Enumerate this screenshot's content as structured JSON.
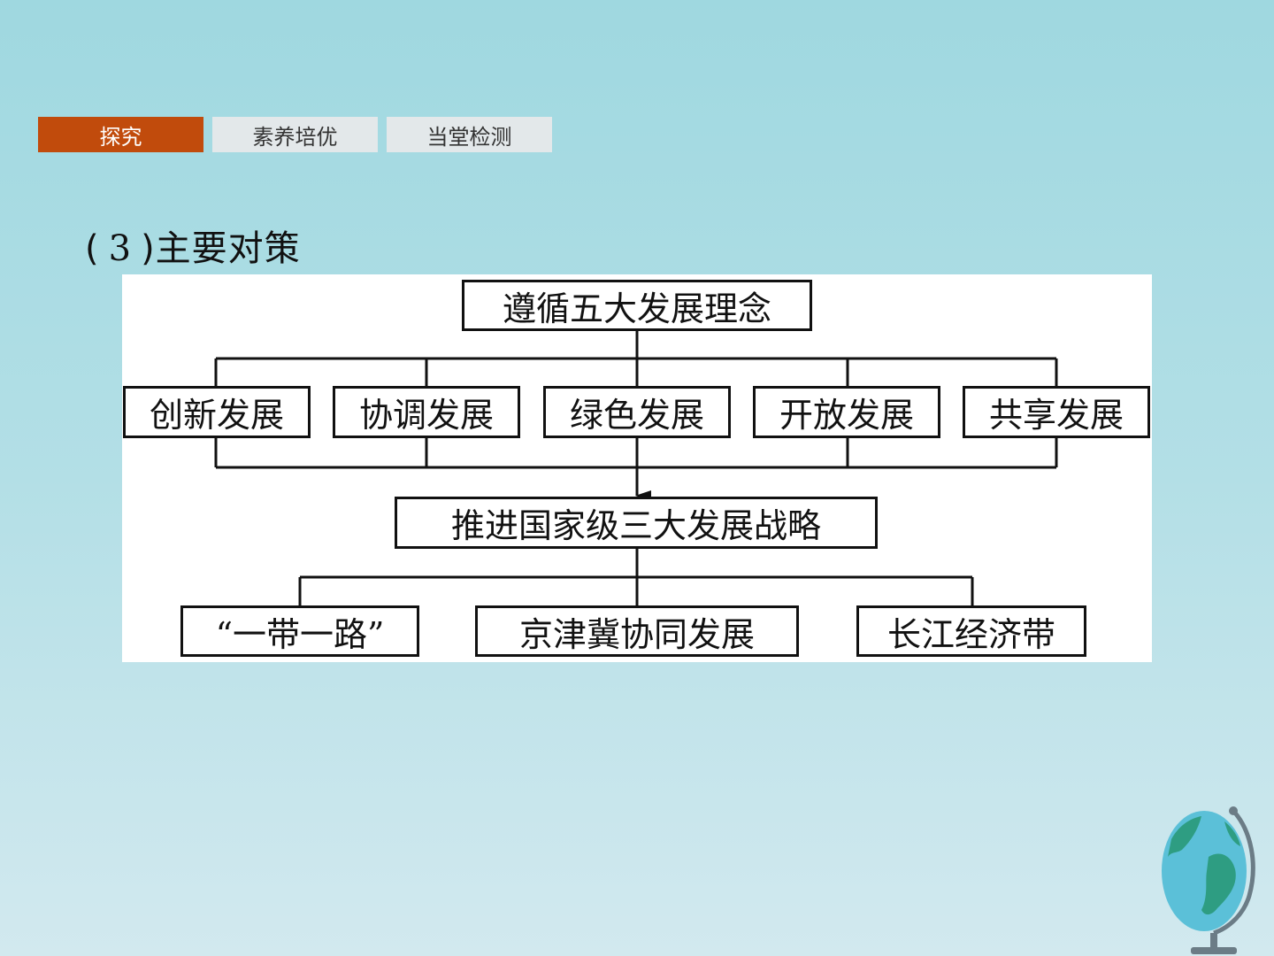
{
  "tabs": [
    {
      "label": "探究",
      "active": true
    },
    {
      "label": "素养培优",
      "active": false
    },
    {
      "label": "当堂检测",
      "active": false
    }
  ],
  "section": {
    "open_paren": "(",
    "number": "3",
    "close_paren": ")",
    "title": "主要对策"
  },
  "diagram": {
    "root": "遵循五大发展理念",
    "concepts": [
      "创新发展",
      "协调发展",
      "绿色发展",
      "开放发展",
      "共享发展"
    ],
    "strategy": "推进国家级三大发展战略",
    "strategies": [
      "“一带一路”",
      "京津冀协同发展",
      "长江经济带"
    ]
  },
  "colors": {
    "active_tab": "#c14b0c",
    "inactive_tab": "#e3e8ea",
    "background": "#a6dbe2"
  },
  "icons": {
    "decoration": "globe-icon"
  }
}
